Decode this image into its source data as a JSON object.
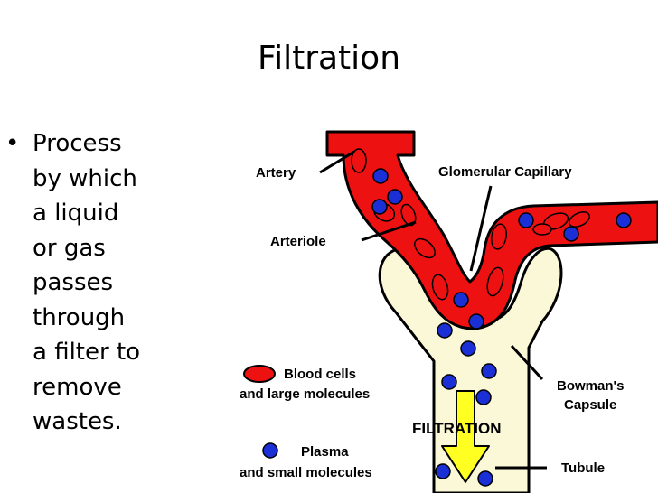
{
  "slide": {
    "title": "Filtration",
    "bullet_lines": [
      "Process",
      "by which",
      "a liquid",
      "or gas",
      "passes",
      "through",
      "a filter to",
      "remove",
      "wastes."
    ]
  },
  "diagram": {
    "labels": {
      "artery": "Artery",
      "glomerular_capillary": "Glomerular Capillary",
      "arteriole": "Arteriole",
      "blood_cells_line1": "Blood cells",
      "blood_cells_line2": "and large molecules",
      "plasma_line1": "Plasma",
      "plasma_line2": "and small molecules",
      "bowmans_line1": "Bowman's",
      "bowmans_line2": "Capsule",
      "tubule": "Tubule",
      "filtration": "FILTRATION"
    },
    "colors": {
      "blood": "#ee1111",
      "plasma_molecule": "#1a2fd6",
      "capsule": "#fbf8d8",
      "arrow": "#ffff22"
    }
  }
}
